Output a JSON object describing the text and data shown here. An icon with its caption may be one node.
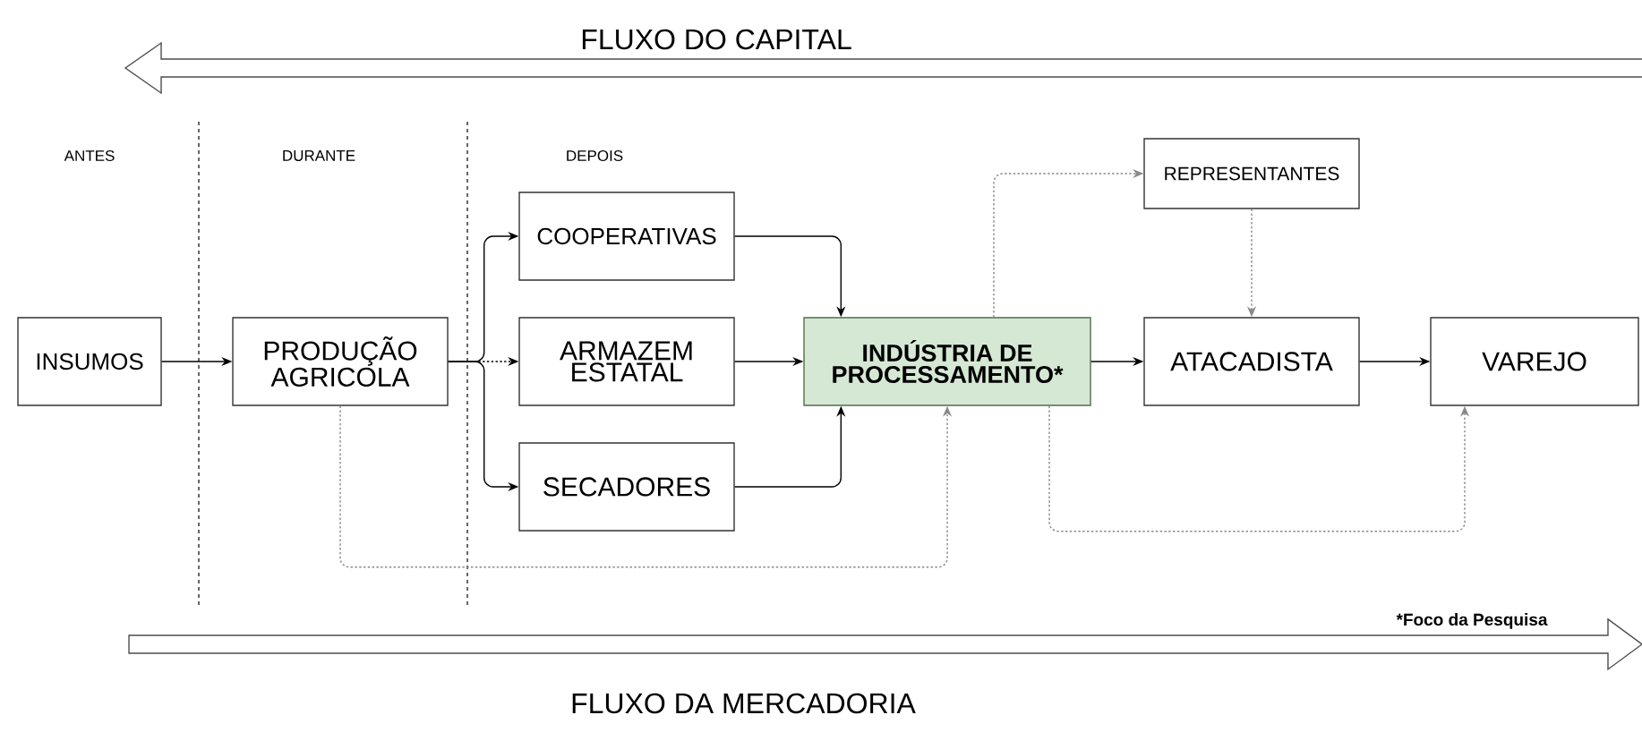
{
  "diagram": {
    "nodes": [
      {
        "text": [
          "INSUMOS"
        ]
      },
      {
        "text": [
          "PRODUÇÃO AGRICOLA"
        ]
      },
      {
        "text": [
          "COOPERATIVAS"
        ]
      },
      {
        "text": [
          "ARMAZEM ESTATAL"
        ]
      },
      {
        "text": [
          "SECADORES"
        ]
      },
      {
        "text": [
          "INDÚSTRIA DE PROCESSAMENTO*"
        ]
      },
      {
        "text": [
          "REPRESENTANTES"
        ]
      },
      {
        "text": [
          "ATACADISTA"
        ]
      },
      {
        "text": [
          "VAREJO"
        ]
      }
    ],
    "edges": [
      {
        "from": 0,
        "to": 1,
        "arrow": "to"
      },
      {
        "from": 1,
        "to": 2,
        "arrow": "to"
      },
      {
        "from": 1,
        "to": 3,
        "arrow": "to",
        "style": "dashed"
      },
      {
        "from": 1,
        "to": 4,
        "arrow": "to"
      },
      {
        "from": 2,
        "to": 5,
        "arrow": "to"
      },
      {
        "from": 3,
        "to": 5,
        "arrow": "to"
      },
      {
        "from": 4,
        "to": 5,
        "arrow": "to"
      },
      {
        "from": 1,
        "to": 5,
        "arrow": "to",
        "style": "dashed",
        "color": "#888888"
      },
      {
        "from": 5,
        "to": 6,
        "arrow": "to",
        "style": "dashed",
        "color": "#888888"
      },
      {
        "from": 6,
        "to": 7,
        "arrow": "to",
        "style": "dashed",
        "color": "#888888"
      },
      {
        "from": 5,
        "to": 7,
        "arrow": "to"
      },
      {
        "from": 7,
        "to": 8,
        "arrow": "to"
      },
      {
        "from": 5,
        "to": 8,
        "arrow": "to",
        "style": "dashed",
        "color": "#888888"
      }
    ],
    "labels": [
      "FLUXO DO CAPITAL",
      "ANTES",
      "DURANTE",
      "DEPOIS",
      "*Foco da Pesquisa",
      "FLUXO DA MERCADORIA"
    ]
  }
}
